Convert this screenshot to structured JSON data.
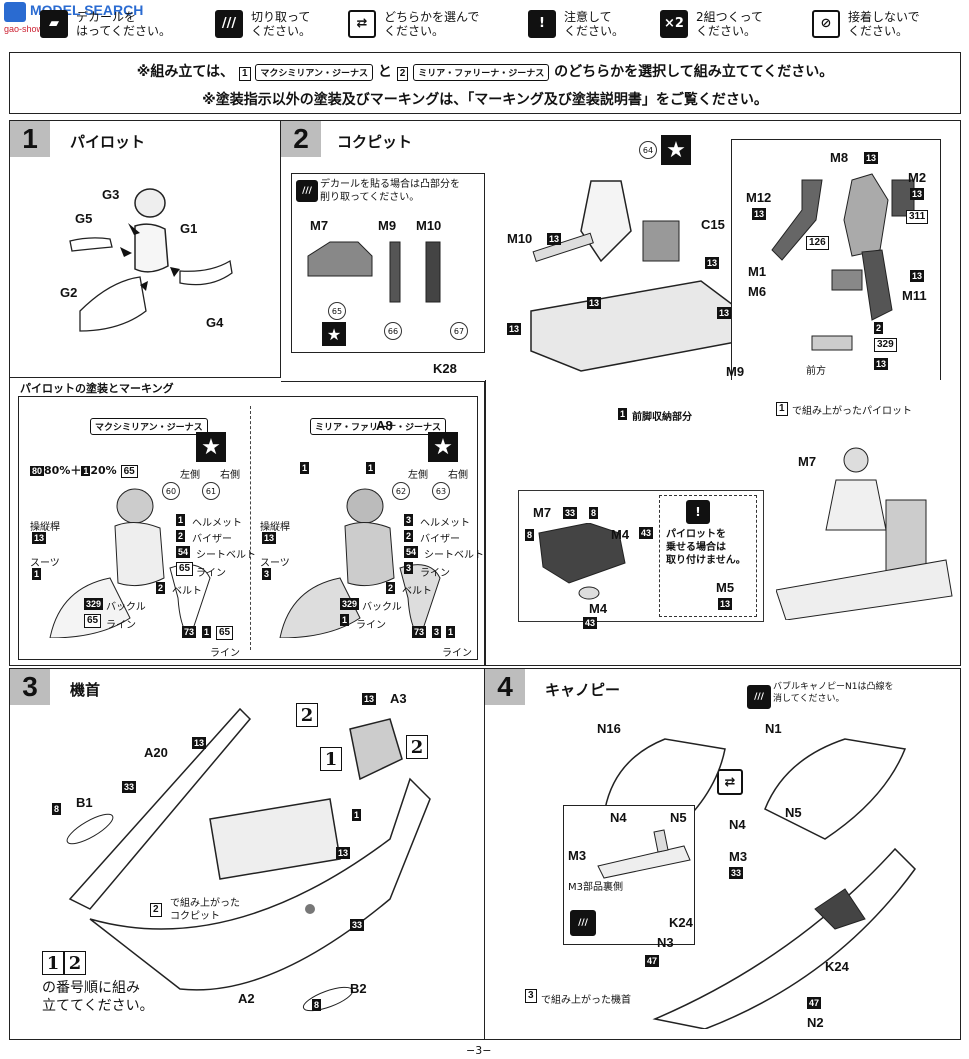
{
  "watermark": {
    "site": "MODEL SEARCH",
    "sub": "gao-show.com"
  },
  "legend": [
    {
      "icon": "decal-icon",
      "text": "デカールを\nはってください。"
    },
    {
      "icon": "cut-icon",
      "text": "切り取って\nください。"
    },
    {
      "icon": "choose-icon",
      "text": "どちらかを選んで\nください。"
    },
    {
      "icon": "caution-icon",
      "text": "注意して\nください。"
    },
    {
      "icon": "x2-icon",
      "glyph": "×2",
      "text": "2組つくって\nください。"
    },
    {
      "icon": "no-glue-icon",
      "text": "接着しないで\nください。"
    }
  ],
  "header": {
    "line1_pre": "※組み立ては、",
    "opt1_num": "1",
    "opt1": "マクシミリアン・ジーナス",
    "and": "と",
    "opt2_num": "2",
    "opt2": "ミリア・ファリーナ・ジーナス",
    "line1_post": "のどちらかを選択して組み立ててください。",
    "line2": "※塗装指示以外の塗装及びマーキングは、「マーキング及び塗装説明書」をご覧ください。"
  },
  "step1": {
    "num": "1",
    "title": "パイロット",
    "parts": [
      "G3",
      "G5",
      "G1",
      "G2",
      "G4"
    ],
    "sub_title": "パイロットの塗装とマーキング",
    "left": {
      "name": "マクシミリアン・ジーナス",
      "mix": "80%＋",
      "mix_a": "80",
      "mix_b": "1",
      "mix2": "20%",
      "mix_c": "65",
      "side_l": "左側",
      "side_r": "右側",
      "decals": [
        "60",
        "61"
      ],
      "labels": [
        {
          "n": "1",
          "t": "ヘルメット"
        },
        {
          "n": "2",
          "t": "バイザー"
        },
        {
          "n": "54",
          "t": "シートベルト"
        },
        {
          "n": "65",
          "t": "ライン"
        },
        {
          "n": "2",
          "t": "ベルト"
        },
        {
          "n": "329",
          "t": "バックル"
        },
        {
          "n": "65",
          "t": "ライン"
        }
      ],
      "stick": "操縦桿",
      "stick_n": "13",
      "suit": "スーツ",
      "suit_n": "1",
      "foot": [
        "73",
        "1",
        "65"
      ],
      "foot_label": "ライン"
    },
    "right": {
      "name": "ミリア・ファリーナ・ジーナス",
      "a": "1",
      "b": "1",
      "side_l": "左側",
      "side_r": "右側",
      "decals": [
        "62",
        "63"
      ],
      "labels": [
        {
          "n": "3",
          "t": "ヘルメット"
        },
        {
          "n": "2",
          "t": "バイザー"
        },
        {
          "n": "54",
          "t": "シートベルト"
        },
        {
          "n": "3",
          "t": "ライン"
        },
        {
          "n": "2",
          "t": "ベルト"
        },
        {
          "n": "329",
          "t": "バックル"
        },
        {
          "n": "1",
          "t": "ライン"
        }
      ],
      "stick": "操縦桿",
      "stick_n": "13",
      "suit": "スーツ",
      "suit_n": "3",
      "foot": [
        "73",
        "3",
        "1"
      ],
      "foot_label": "ライン"
    }
  },
  "step2": {
    "num": "2",
    "title": "コクピット",
    "decal_note": "デカールを貼る場合は凸部分を\n削り取ってください。",
    "decal_parts": [
      "M7",
      "M9",
      "M10"
    ],
    "decal_nums": [
      "65",
      "66",
      "67"
    ],
    "top_decal": "64",
    "parts": [
      {
        "id": "M10",
        "n": "13"
      },
      {
        "id": "C15",
        "n": "13"
      },
      {
        "id": "K28",
        "n": "13"
      },
      {
        "id": "M9",
        "n": "13"
      },
      {
        "id": "A8",
        "n": ""
      }
    ],
    "mid_n": "13",
    "inset_parts": [
      {
        "id": "M8",
        "n": "13"
      },
      {
        "id": "M2",
        "n": "13"
      },
      {
        "id": "M12",
        "n": "13"
      },
      {
        "id": "126",
        "n": ""
      },
      {
        "id": "311",
        "n": ""
      },
      {
        "id": "M1",
        "n": ""
      },
      {
        "id": "M6",
        "n": ""
      },
      {
        "id": "M11",
        "n": "13"
      }
    ],
    "stripe_nums": [
      "2",
      "329",
      "13"
    ],
    "front": "前方",
    "bay_num": "1",
    "bay": "前脚収納部分",
    "pilot_num": "1",
    "pilot_ref": "で組み上がったパイロット",
    "m7": "M7",
    "panel": {
      "parts": [
        {
          "id": "M7",
          "n": "33"
        },
        {
          "id": "8",
          "n": ""
        },
        {
          "id": "8b",
          "n": "8"
        },
        {
          "id": "M4",
          "n": "43"
        },
        {
          "id": "M4b",
          "n": "43"
        },
        {
          "id": "M5",
          "n": "13"
        }
      ],
      "m7": "M7",
      "n33": "33",
      "n8": "8",
      "n8b": "8",
      "m4": "M4",
      "n43": "43",
      "m4b": "M4",
      "n43b": "43",
      "m5": "M5",
      "n13": "13",
      "note": "パイロットを\n乗せる場合は\n取り付けません。"
    }
  },
  "step3": {
    "num": "3",
    "title": "機首",
    "opt1": "1",
    "opt2": "2",
    "opt2b": "2",
    "parts": {
      "A3": "A3",
      "A3n": "13",
      "A20": "A20",
      "A20n": "13",
      "B1": "B1",
      "B1n": "8",
      "n33": "33",
      "n13": "13",
      "n1": "1",
      "n33b": "33",
      "A2": "A2",
      "B2": "B2",
      "B2n": "8"
    },
    "cockpit_num": "2",
    "cockpit_ref": "で組み上がった\nコクピット",
    "order_a": "1",
    "order_b": "2",
    "order_text": "の番号順に組み\n立ててください。"
  },
  "step4": {
    "num": "4",
    "title": "キャノピー",
    "cut_note": "バブルキャノピーN1は凸線を\n消してください。",
    "parts": {
      "N16": "N16",
      "N1": "N1",
      "N4": "N4",
      "N5": "N5",
      "M3": "M3",
      "M3n": "33",
      "N4i": "N4",
      "N5i": "N5",
      "M3i": "M3",
      "M3back": "M3部品裏側",
      "K24a": "K24",
      "N3": "N3",
      "N3n": "47",
      "K24b": "K24",
      "N2": "N2",
      "N2n": "47"
    },
    "nose_num": "3",
    "nose_ref": "で組み上がった機首"
  },
  "page": "−3−"
}
